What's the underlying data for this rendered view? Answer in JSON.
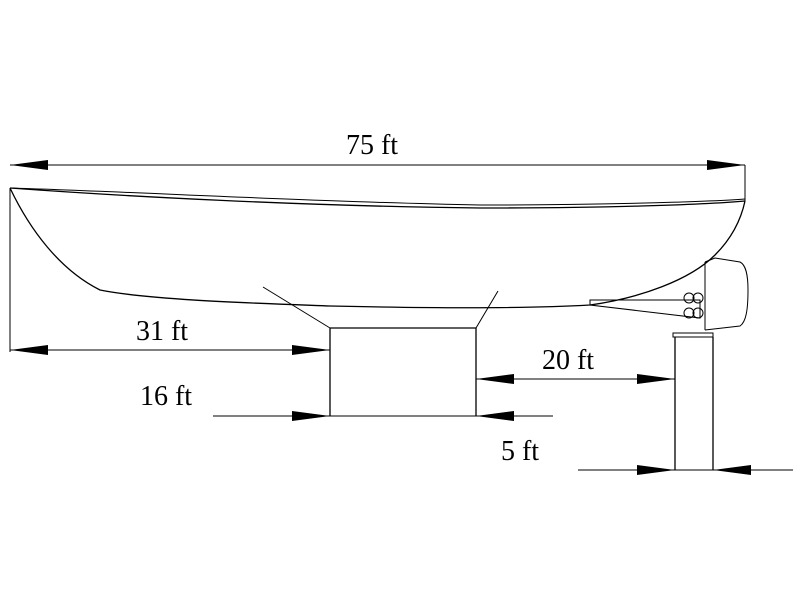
{
  "dimensions": {
    "overall_length": "75 ft",
    "keel_start": "31 ft",
    "keel_length": "16 ft",
    "keel_to_rudder": "20 ft",
    "rudder_width": "5 ft"
  },
  "colors": {
    "line": "#000000",
    "background": "#ffffff"
  }
}
